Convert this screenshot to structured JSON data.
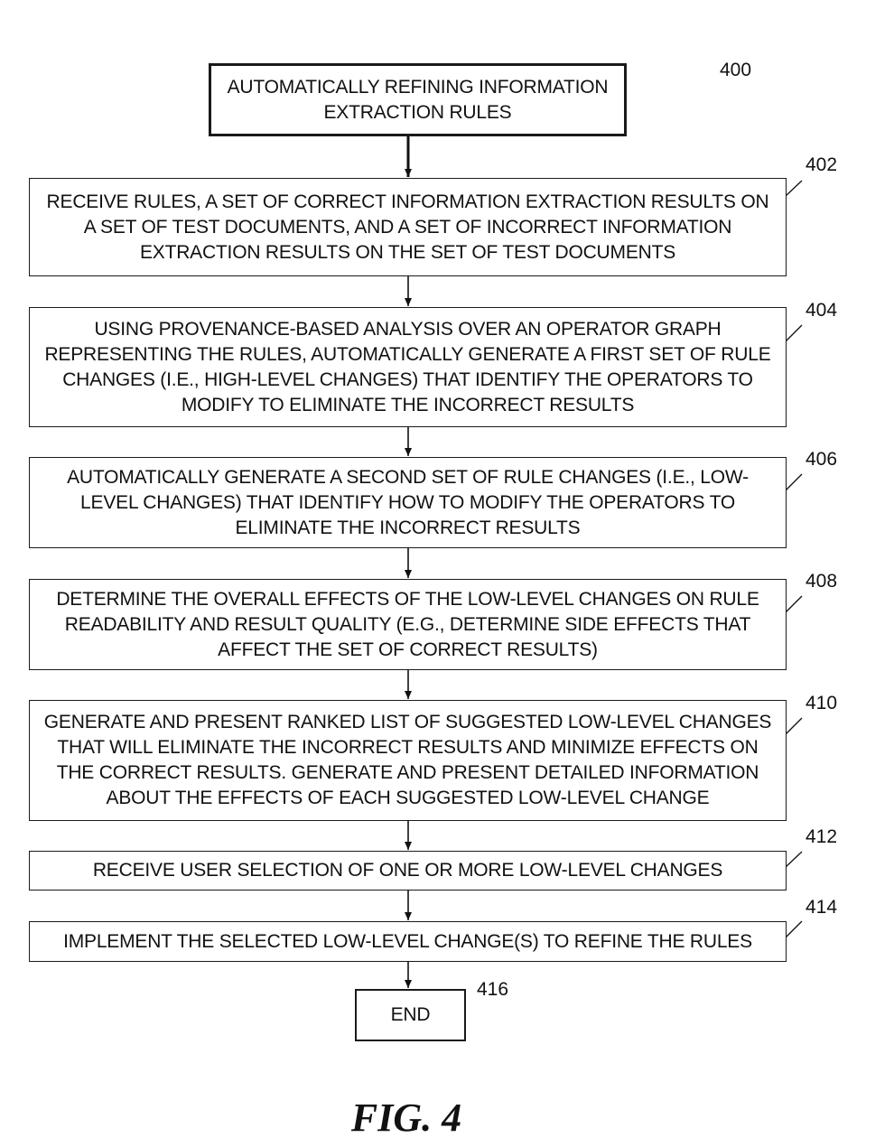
{
  "diagram": {
    "reference": "400",
    "start": {
      "label": "AUTOMATICALLY REFINING INFORMATION\nEXTRACTION RULES"
    },
    "steps": [
      {
        "ref": "402",
        "label": "RECEIVE RULES, A SET OF CORRECT INFORMATION EXTRACTION RESULTS ON\nA SET OF TEST DOCUMENTS, AND A SET OF INCORRECT INFORMATION\nEXTRACTION RESULTS ON THE SET OF TEST DOCUMENTS"
      },
      {
        "ref": "404",
        "label": "USING PROVENANCE-BASED ANALYSIS OVER AN OPERATOR GRAPH\nREPRESENTING THE RULES, AUTOMATICALLY GENERATE A FIRST SET OF RULE\nCHANGES (I.E., HIGH-LEVEL CHANGES) THAT IDENTIFY THE OPERATORS TO\nMODIFY TO ELIMINATE THE INCORRECT RESULTS"
      },
      {
        "ref": "406",
        "label": "AUTOMATICALLY GENERATE A SECOND SET OF RULE CHANGES (I.E., LOW-\nLEVEL CHANGES) THAT IDENTIFY HOW TO MODIFY THE OPERATORS TO\nELIMINATE THE INCORRECT RESULTS"
      },
      {
        "ref": "408",
        "label": "DETERMINE THE OVERALL EFFECTS OF THE LOW-LEVEL CHANGES ON RULE\nREADABILITY AND RESULT QUALITY (E.G., DETERMINE SIDE EFFECTS THAT\nAFFECT THE SET OF CORRECT RESULTS)"
      },
      {
        "ref": "410",
        "label": "GENERATE AND PRESENT RANKED LIST OF SUGGESTED LOW-LEVEL CHANGES\nTHAT WILL ELIMINATE THE INCORRECT RESULTS AND MINIMIZE EFFECTS ON\nTHE CORRECT RESULTS.  GENERATE AND PRESENT DETAILED INFORMATION\nABOUT THE EFFECTS OF EACH SUGGESTED LOW-LEVEL CHANGE"
      },
      {
        "ref": "412",
        "label": "RECEIVE USER SELECTION OF ONE OR MORE LOW-LEVEL CHANGES"
      },
      {
        "ref": "414",
        "label": "IMPLEMENT THE SELECTED LOW-LEVEL CHANGE(S) TO REFINE THE RULES"
      }
    ],
    "end": {
      "ref": "416",
      "label": "END"
    },
    "figure_label": "FIG. 4"
  }
}
